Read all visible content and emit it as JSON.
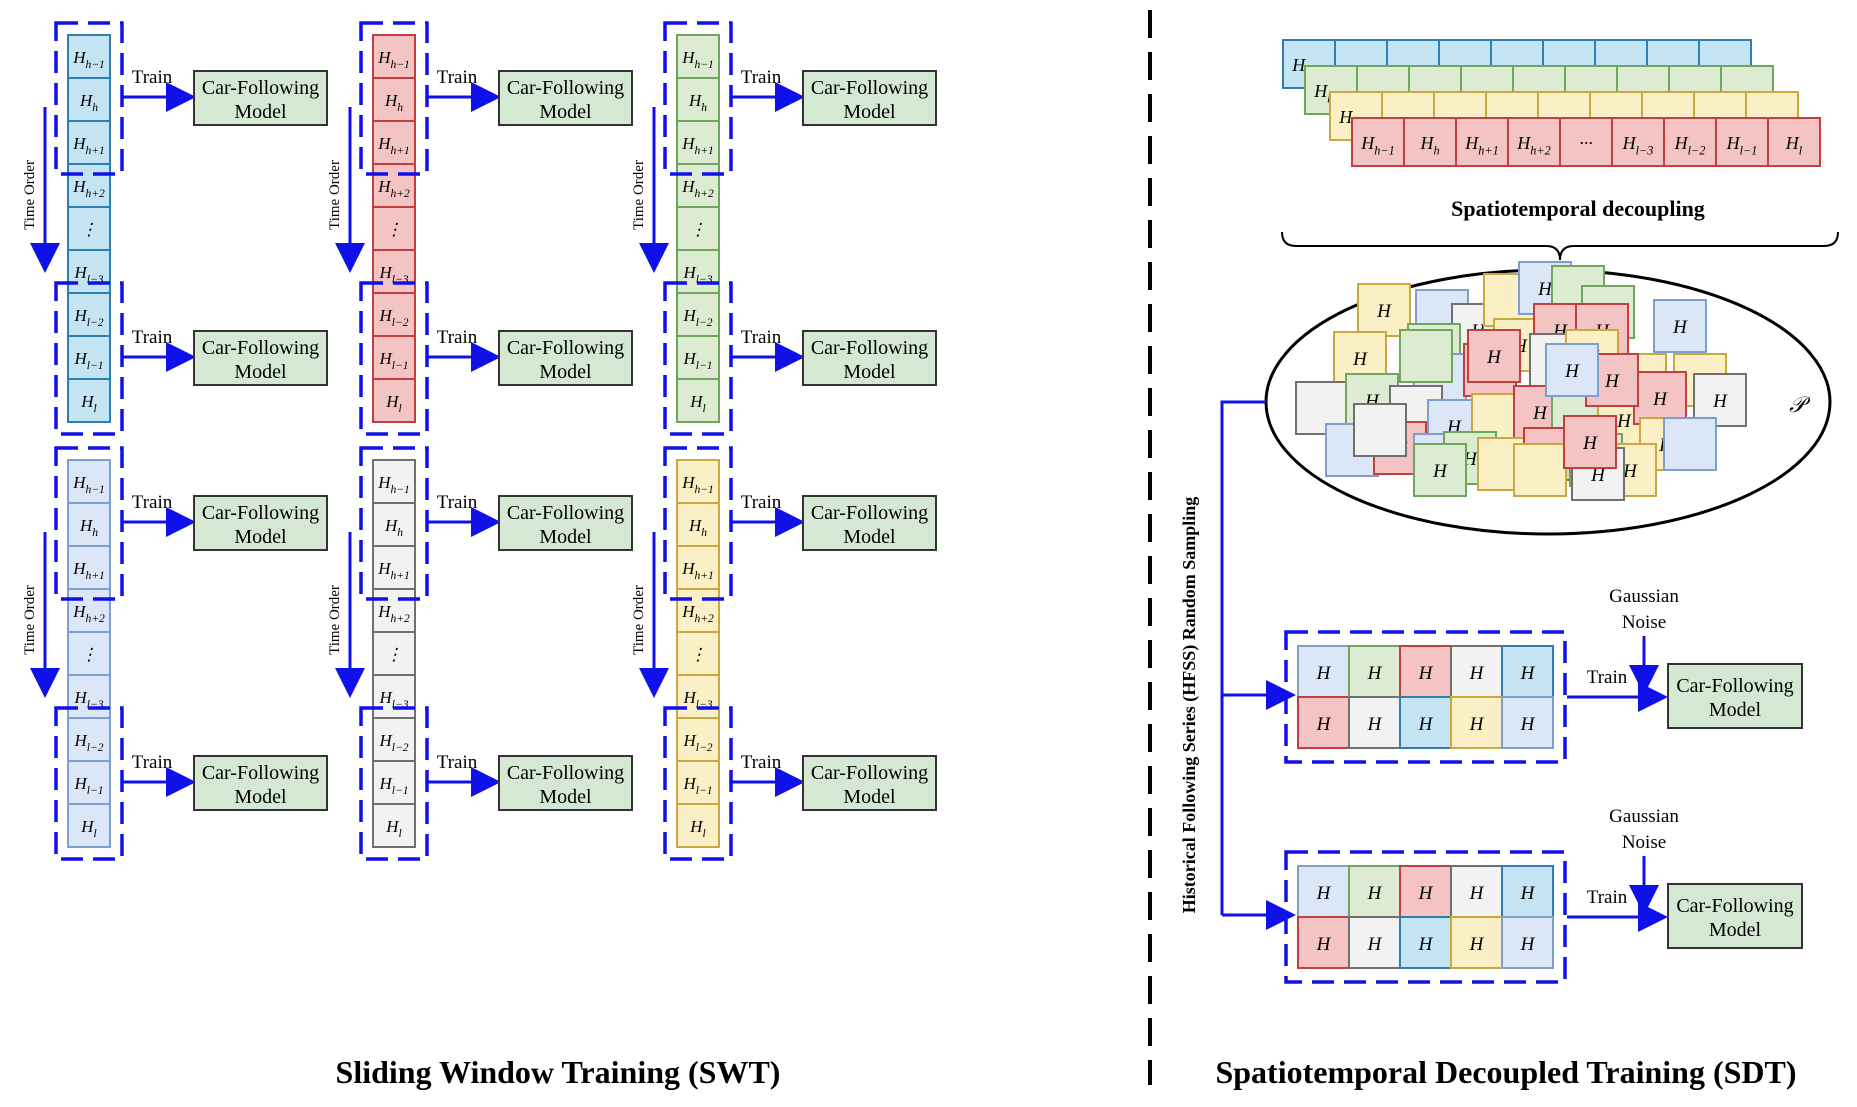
{
  "swt": {
    "title": "Sliding Window Training (SWT)",
    "time_order": "Time Order",
    "train": "Train",
    "model_line1": "Car-Following",
    "model_line2": "Model",
    "columns": [
      {
        "fill": "#c5e4f3",
        "stroke": "#2e7fb0"
      },
      {
        "fill": "#f4c4c4",
        "stroke": "#c04040"
      },
      {
        "fill": "#dcebd2",
        "stroke": "#6fa75a"
      },
      {
        "fill": "#dbe6f6",
        "stroke": "#7f9ed0"
      },
      {
        "fill": "#f2f2f2",
        "stroke": "#707070"
      },
      {
        "fill": "#fbefc5",
        "stroke": "#c9a83f"
      }
    ],
    "cells": [
      {
        "base": "H",
        "sub": "h−1"
      },
      {
        "base": "H",
        "sub": "h"
      },
      {
        "base": "H",
        "sub": "h+1"
      },
      {
        "base": "H",
        "sub": "h+2"
      },
      {
        "base": "⋮",
        "sub": ""
      },
      {
        "base": "H",
        "sub": "l−3"
      },
      {
        "base": "H",
        "sub": "l−2"
      },
      {
        "base": "H",
        "sub": "l−1"
      },
      {
        "base": "H",
        "sub": "l"
      }
    ]
  },
  "sdt": {
    "title": "Spatiotemporal Decoupled Training (SDT)",
    "decoupling_label": "Spatiotemporal decoupling",
    "sampling_label": "Historical Following Series (HFSS) Random Sampling",
    "pool_symbol": "𝒫",
    "cell_letter": "H",
    "noise_line1": "Gaussian",
    "noise_line2": "Noise",
    "train": "Train",
    "model_line1": "Car-Following",
    "model_line2": "Model",
    "stack_cells": [
      {
        "base": "H",
        "sub": "h−1"
      },
      {
        "base": "H",
        "sub": "h"
      },
      {
        "base": "H",
        "sub": "h+1"
      },
      {
        "base": "H",
        "sub": "h+2"
      },
      {
        "base": "···",
        "sub": ""
      },
      {
        "base": "H",
        "sub": "l−3"
      },
      {
        "base": "H",
        "sub": "l−2"
      },
      {
        "base": "H",
        "sub": "l−1"
      },
      {
        "base": "H",
        "sub": "l"
      }
    ],
    "stack_colors": [
      {
        "fill": "#c5e4f3",
        "stroke": "#2e7fb0"
      },
      {
        "fill": "#dcebd2",
        "stroke": "#6fa75a"
      },
      {
        "fill": "#fbefc5",
        "stroke": "#c9a83f"
      },
      {
        "fill": "#f4c4c4",
        "stroke": "#c04040"
      }
    ],
    "batch1_colors": [
      [
        "blue",
        "green",
        "red",
        "gray",
        "cyan"
      ],
      [
        "red",
        "gray",
        "cyan",
        "yellow",
        "blue"
      ]
    ],
    "batch2_colors": [
      [
        "blue",
        "green",
        "red",
        "gray",
        "cyan"
      ],
      [
        "red",
        "gray",
        "cyan",
        "yellow",
        "blue"
      ]
    ],
    "palette": {
      "cyan": {
        "fill": "#c5e4f3",
        "stroke": "#2e7fb0"
      },
      "red": {
        "fill": "#f4c4c4",
        "stroke": "#c04040"
      },
      "green": {
        "fill": "#dcebd2",
        "stroke": "#6fa75a"
      },
      "blue": {
        "fill": "#dbe6f6",
        "stroke": "#7f9ed0"
      },
      "gray": {
        "fill": "#f2f2f2",
        "stroke": "#707070"
      },
      "yellow": {
        "fill": "#fbefc5",
        "stroke": "#c9a83f"
      }
    }
  },
  "colors": {
    "arrow": "#1010e8",
    "dash": "#1010e8",
    "model_fill": "#d5e8d4",
    "model_stroke": "#333333",
    "divider": "#000000"
  }
}
